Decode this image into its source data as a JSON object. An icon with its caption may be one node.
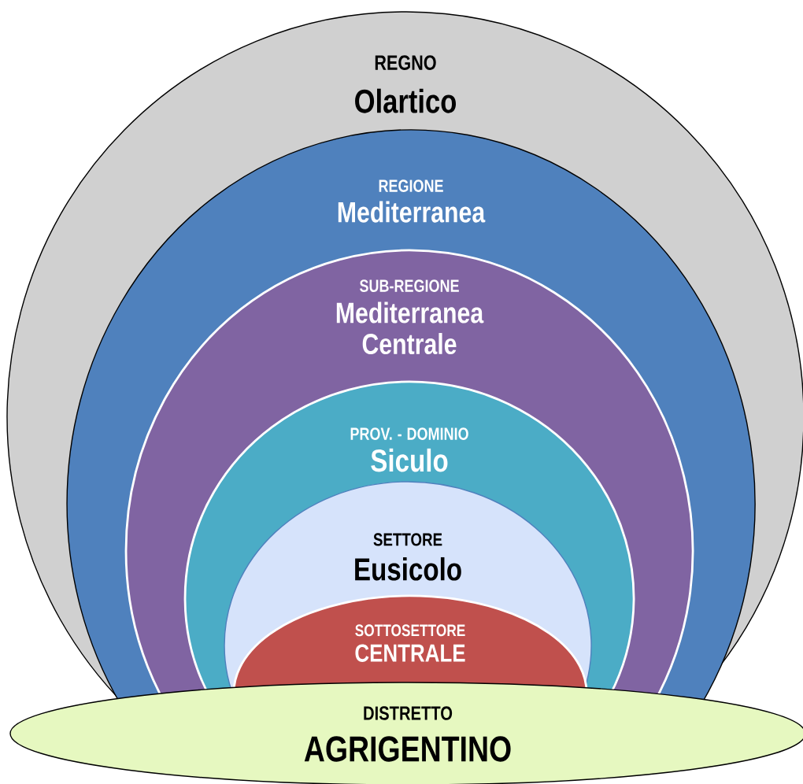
{
  "diagram": {
    "nodes": [
      {
        "text": [
          "REGNO",
          "Olartico"
        ]
      },
      {
        "text": [
          "REGIONE",
          "Mediterranea"
        ],
        "in": 0
      },
      {
        "text": [
          "SUB-REGIONE",
          "Mediterranea Centrale"
        ],
        "in": 1
      },
      {
        "text": [
          "PROV. - DOMINIO",
          "Siculo"
        ],
        "in": 2
      },
      {
        "text": [
          "SETTORE",
          "Eusicolo"
        ],
        "in": 3
      },
      {
        "text": [
          "SOTTOSETTORE",
          "CENTRALE"
        ],
        "in": 4
      },
      {
        "text": [
          "DISTRETTO",
          "AGRIGENTINO"
        ]
      }
    ]
  }
}
